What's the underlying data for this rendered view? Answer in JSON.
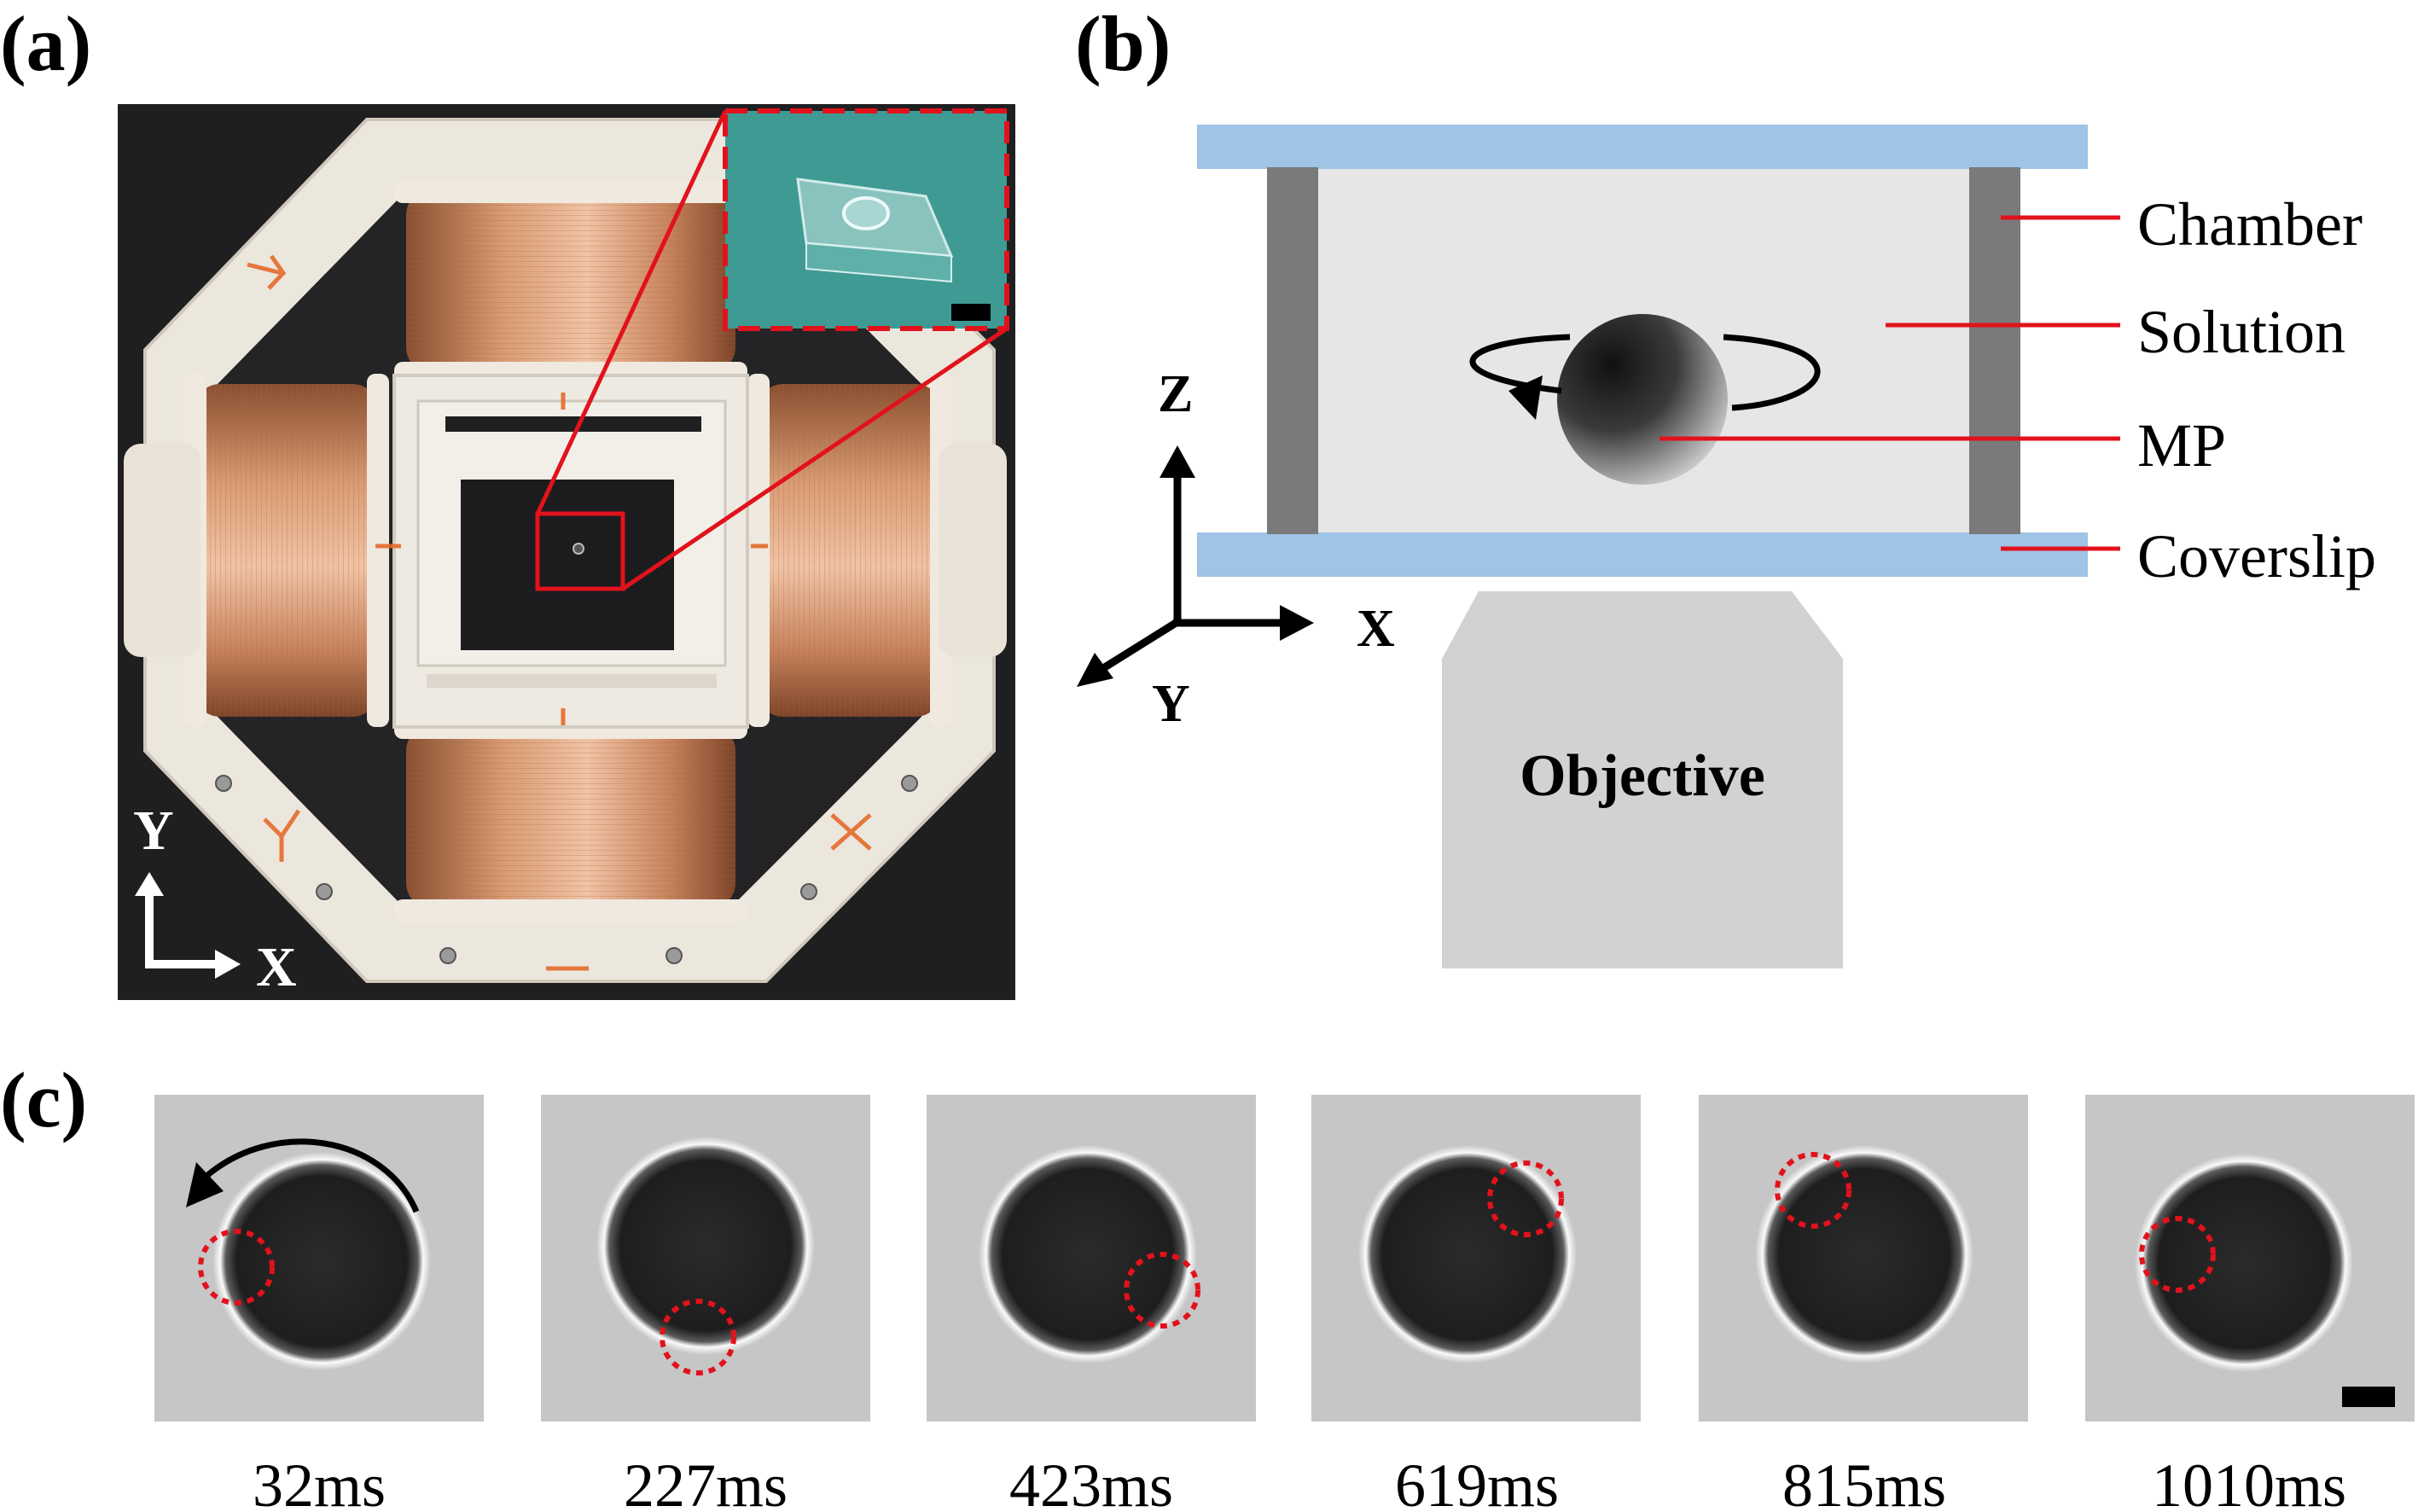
{
  "panels": {
    "a": {
      "label": "(a)",
      "axes": {
        "y": "Y",
        "x": "X"
      }
    },
    "b": {
      "label": "(b)",
      "callouts": [
        "Chamber",
        "Solution",
        "MP",
        "Coverslip"
      ],
      "objective_label": "Objective",
      "axes": {
        "z": "Z",
        "x": "X",
        "y": "Y"
      }
    },
    "c": {
      "label": "(c)",
      "frames": [
        {
          "time": "32ms"
        },
        {
          "time": "227ms"
        },
        {
          "time": "423ms"
        },
        {
          "time": "619ms"
        },
        {
          "time": "815ms"
        },
        {
          "time": "1010ms"
        }
      ]
    }
  },
  "colors": {
    "callout_red": "#e2121c",
    "glass_blue": "#9fc4e6",
    "chamber_fill": "#e6e6e6",
    "spacer_gray": "#7a7a7a",
    "objective_gray": "#d2d2d2",
    "coil_copper": "#c98a62",
    "holder_white": "#ece7dd",
    "inset_teal": "#3f9a93",
    "micrograph_bg": "#c6c6c6"
  },
  "icons": {
    "rotation_arrow": "curved-arrow-icon",
    "axis_arrow": "arrow-icon"
  }
}
